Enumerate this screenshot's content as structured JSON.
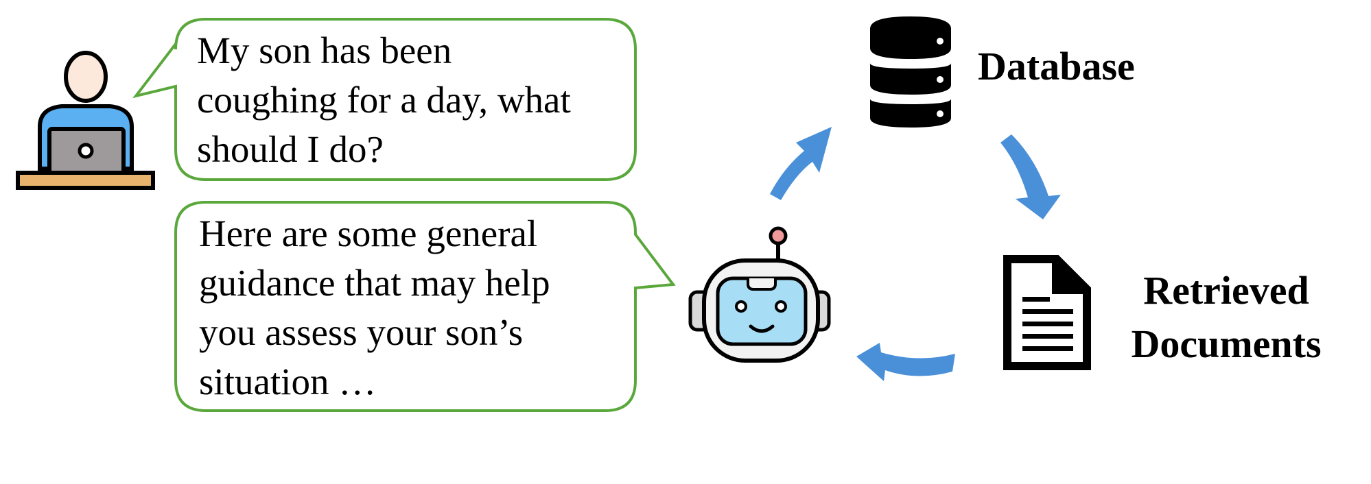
{
  "figure": {
    "user_message": {
      "lines": [
        "My son has been",
        "coughing for a day, what",
        "should I do?"
      ]
    },
    "bot_reply": {
      "lines": [
        "Here are some general",
        "guidance that may help",
        "you assess your son’s",
        "situation …"
      ]
    },
    "database": {
      "label": "Database",
      "icon": "database-icon"
    },
    "documents": {
      "label_lines": [
        "Retrieved",
        "Documents"
      ],
      "icon": "document-icon"
    },
    "user": {
      "icon": "user-at-laptop-icon"
    },
    "bot": {
      "icon": "robot-icon"
    },
    "colors": {
      "bubble_border": "#5aa83c",
      "arrow": "#4a90d9",
      "laptop": "#9e9a9c",
      "shirt": "#5ab0f0",
      "desk": "#e8b36c",
      "skin": "#fde8dc",
      "robot_face": "#a8def5",
      "robot_antenna": "#f29a9a",
      "robot_body": "#f2f2f2",
      "robot_ears": "#d9d9d9"
    }
  }
}
